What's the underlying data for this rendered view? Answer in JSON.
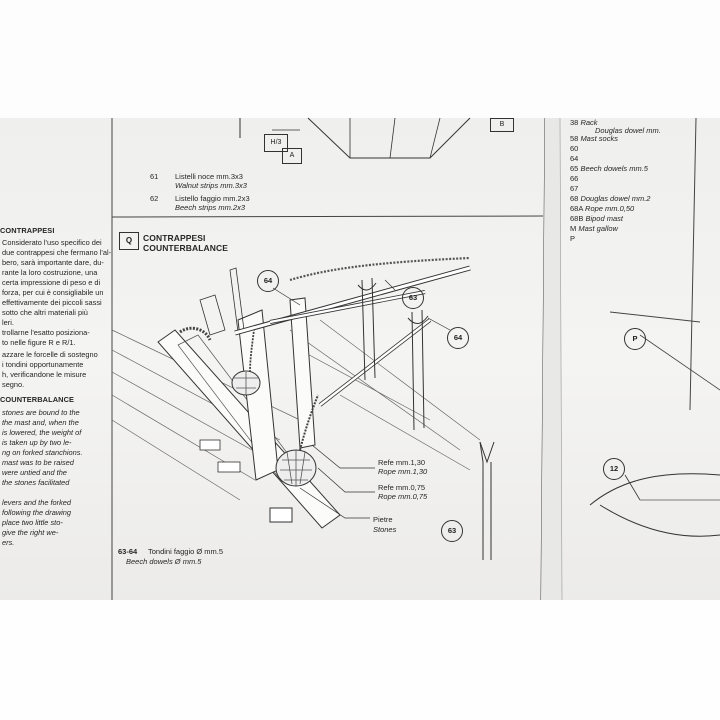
{
  "left_column": {
    "section1_heading": "CONTRAPPESI",
    "section1_lines": [
      "Considerato l'uso specifico dei",
      "due contrappesi che fermano l'al-",
      "bero, sarà importante dare, du-",
      "rante la loro costruzione, una",
      "certa impressione di peso e di",
      "forza, per cui è consigliabile un",
      "effettivamente dei piccoli sassi",
      "sotto che altri materiali più",
      "leri.",
      "trollarne l'esatto posiziona-",
      "to nelle figure R e R/1.",
      "azzare le forcelle di sostegno",
      "i tondini opportunamente",
      "h, verificandone le misure",
      "segno."
    ],
    "section2_heading": "COUNTERBALANCE",
    "section2_lines": [
      "stones are bound to the",
      "the mast and, when the",
      "is lowered, the weight of",
      "is taken up by two le-",
      "ng on forked stanchions.",
      "mast was to be raised",
      "were untied and the",
      "the stones facilitated",
      "",
      "levers and the forked",
      "following the drawing",
      "place two little sto-",
      "give the right we-",
      "ers."
    ]
  },
  "top_parts": {
    "box_h3": "H/3",
    "box_a": "A",
    "box_b": "B",
    "p61_num": "61",
    "p61_it": "Listelli noce  mm.3x3",
    "p61_en": "Walnut strips  mm.3x3",
    "p62_num": "62",
    "p62_it": "Listello faggio  mm.2x3",
    "p62_en": "Beech strips  mm.2x3"
  },
  "figure_q": {
    "letter": "Q",
    "title_it": "CONTRAPPESI",
    "title_en": "COUNTERBALANCE",
    "callout_64a": "64",
    "callout_63": "63",
    "callout_64b": "64",
    "callout_63b": "63",
    "rope1_it": "Refe  mm.1,30",
    "rope1_en": "Rope  mm.1,30",
    "rope2_it": "Refe  mm.0,75",
    "rope2_en": "Rope  mm.0,75",
    "stones_it": "Pietre",
    "stones_en": "Stones",
    "footer_num": "63-64",
    "footer_it": "Tondini  faggio  Ø mm.5",
    "footer_en": "Beech dowels  Ø mm.5"
  },
  "right_page": {
    "list": [
      {
        "num": "38",
        "text": "Rack"
      },
      {
        "num": "",
        "text": "Douglas dowel mm."
      },
      {
        "num": "58",
        "text": "Mast socks"
      },
      {
        "num": "60",
        "text": ""
      },
      {
        "num": "64",
        "text": ""
      },
      {
        "num": "65",
        "text": "Beech dowels  mm.5"
      },
      {
        "num": "66",
        "text": ""
      },
      {
        "num": "67",
        "text": ""
      },
      {
        "num": "68",
        "text": "Douglas dowel  mm.2"
      },
      {
        "num": "68A",
        "text": "Rope  mm.0,50"
      },
      {
        "num": "68B",
        "text": "Bipod mast"
      },
      {
        "num": "M",
        "text": "Mast gallow"
      },
      {
        "num": "P",
        "text": ""
      }
    ],
    "callout_p": "P",
    "callout_12": "12"
  }
}
